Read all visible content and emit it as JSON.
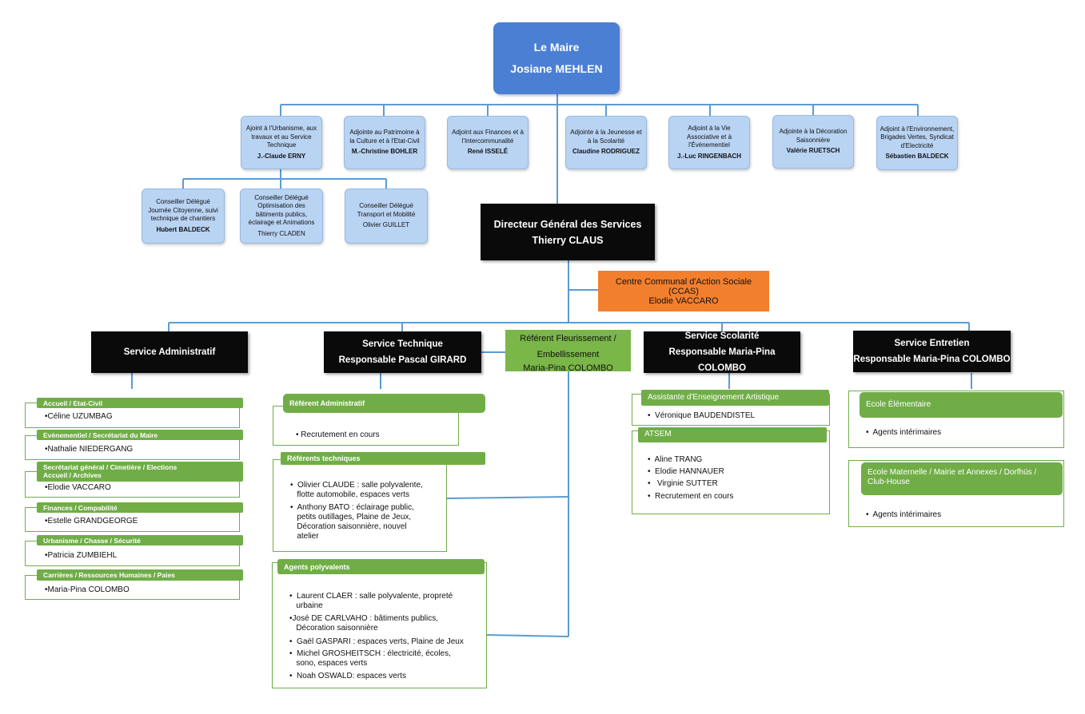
{
  "mayor": {
    "title": "Le Maire",
    "name": "Josiane MEHLEN"
  },
  "adjoints": [
    {
      "role": "Ajoint à l'Urbanisme, aux travaux et au Service Technique",
      "name": "J.-Claude ERNY"
    },
    {
      "role": "Adjointe au Patrimoine à la Culture et à l'Etat-Civil",
      "name": "M.-Christine BOHLER"
    },
    {
      "role": "Adjoint aux Finances et à l'Intercommunalité",
      "name": "René ISSELÉ"
    },
    {
      "role": "Adjointe à la Jeunesse et à la Scolarité",
      "name": "Claudine RODRIGUEZ"
    },
    {
      "role": "Adjoint à la Vie Associative et à l'Évènementiel",
      "name": "J.-Luc RINGENBACH"
    },
    {
      "role": "Adjointe à la Décoration Saisonnière",
      "name": "Valérie RUETSCH"
    },
    {
      "role": "Adjoint à l'Environnement, Brigades Vertes, Syndicat d'Electricité",
      "name": "Sébastien BALDECK"
    }
  ],
  "conseillers": [
    {
      "role": "Conseiller Délégué Journée Citoyenne, suivi technique de chantiers",
      "name": "Hubert BALDECK"
    },
    {
      "role": "Conseiller Délégué Optimisation des bâtiments publics, éclairage et Animations",
      "name": "Thierry CLADEN"
    },
    {
      "role": "Conseiller Délégué Transport et Mobilité",
      "name": "Olivier GUILLET"
    }
  ],
  "dgs": {
    "title": "Directeur Général des Services",
    "name": "Thierry CLAUS"
  },
  "ccas": {
    "line1": "Centre Communal d'Action Sociale",
    "line2": "(CCAS)",
    "name": "Elodie VACCARO"
  },
  "referent_fleur": {
    "line1": "Référent Fleurissement /",
    "line2": "Embellissement",
    "name": "Maria-Pina COLOMBO"
  },
  "services": {
    "admin": {
      "title": "Service Administratif"
    },
    "tech": {
      "title": "Service Technique",
      "resp": "Responsable Pascal GIRARD"
    },
    "scol": {
      "title": "Service Scolarité",
      "resp": "Responsable Maria-Pina COLOMBO"
    },
    "entr": {
      "title": "Service Entretien",
      "resp": "Responsable  Maria-Pina COLOMBO"
    }
  },
  "admin_units": [
    {
      "label": "Accueil / Etat-Civil",
      "person": "•Céline UZUMBAG"
    },
    {
      "label": "Evènementiel / Secrétariat du Maire",
      "person": "•Nathalie NIEDERGANG"
    },
    {
      "label": "Secrétariat général / Cimetière / Elections",
      "label2": "Accueil  / Archives",
      "person": "•Elodie VACCARO"
    },
    {
      "label": "Finances / Compabilité",
      "person": "•Estelle GRANDGEORGE"
    },
    {
      "label": "Urbanisme / Chasse / Sécurité",
      "person": "•Patricia ZUMBIEHL"
    },
    {
      "label": "Carrières / Ressources Humaines / Paies",
      "person": "•Maria-Pina COLOMBO"
    }
  ],
  "tech_units": {
    "ref_admin": {
      "label": "Référent Administratif",
      "items": [
        "•  Recrutement en cours"
      ]
    },
    "ref_tech": {
      "label": "Référents techniques",
      "items": [
        "•  Olivier CLAUDE : salle polyvalente,",
        "   flotte automobile, espaces verts",
        "•  Anthony BATO : éclairage public,",
        "   petits outillages, Plaine de Jeux,",
        "   Décoration saisonnière, nouvel",
        "   atelier"
      ]
    },
    "agents": {
      "label": "Agents polyvalents",
      "items": [
        "•  Laurent CLAER : salle polyvalente, propreté",
        "   urbaine",
        "•José DE CARLVAHO : bâtiments publics,",
        "   Décoration saisonnière",
        "•  Gaël GASPARI : espaces verts, Plaine de Jeux",
        "•  Michel GROSHEITSCH : électricité, écoles,",
        "   sono, espaces verts",
        "•  Noah OSWALD: espaces verts"
      ]
    }
  },
  "scol_units": {
    "aea": {
      "label": "Assistante d'Enseignement Artistique",
      "items": [
        "•  Véronique BAUDENDISTEL"
      ]
    },
    "atsem": {
      "label": "ATSEM",
      "items": [
        "•  Aline TRANG",
        "•  Elodie HANNAUER",
        "•   Virginie SUTTER",
        "•  Recrutement en cours"
      ]
    }
  },
  "entr_units": {
    "elem": {
      "label": "Ecole Élémentaire",
      "items": [
        "•  Agents intérimaires"
      ]
    },
    "mat": {
      "label": "Ecole Maternelle / Mairie et Annexes / Dorfhüs / Club-House",
      "items": [
        "•  Agents intérimaires"
      ]
    }
  },
  "colors": {
    "mayor": "#4a7fd4",
    "adjoint": "#b9d3f3",
    "service": "#0a0a0a",
    "ccas": "#f27f2e",
    "green": "#70ad47",
    "connector": "#5b9bd5"
  }
}
